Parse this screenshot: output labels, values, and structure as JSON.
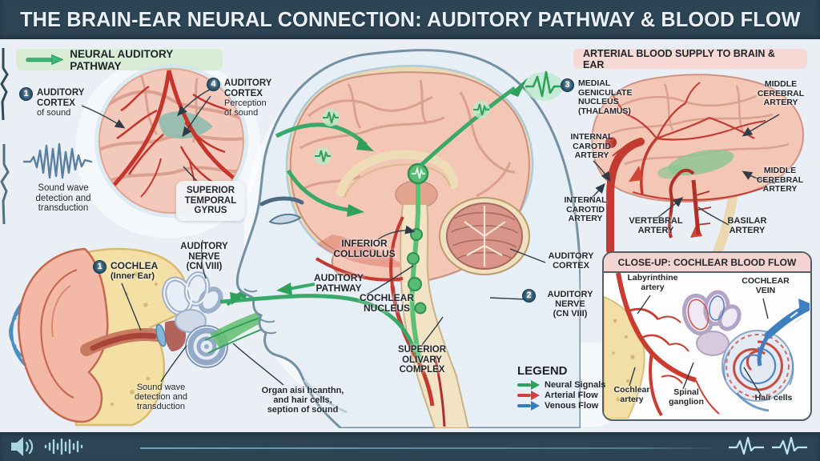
{
  "title": "THE BRAIN-EAR NEURAL CONNECTION: AUDITORY PATHWAY & BLOOD FLOW",
  "banners": {
    "neural_pathway": "NEURAL AUDITORY PATHWAY",
    "arterial_supply": "ARTERIAL BLOOD SUPPLY TO BRAIN & EAR",
    "closeup": "CLOSE-UP: COCHLEAR BLOOD FLOW"
  },
  "labels": {
    "auditory_cortex_1": {
      "badge": "1",
      "title": "AUDITORY\nCORTEX",
      "sub": "of sound"
    },
    "auditory_cortex_4": {
      "badge": "4",
      "title": "AUDITORY\nCORTEX",
      "sub": "Perception\nof sound"
    },
    "sound_wave_left": "Sound wave\ndetection and\ntransduction",
    "superior_temporal_gyrus": "SUPERIOR\nTEMPORAL\nGYRUS",
    "cochlea": {
      "badge": "1",
      "title": "COCHLEA",
      "sub": "(Inner Ear)"
    },
    "auditory_nerve_top": "AUDITORY\nNERVE\n(CN VIII)",
    "inferior_colliculus": "INFERIOR\nCOLLICULUS",
    "auditory_pathway": "AUDITORY\nPATHWAY",
    "cochlear_nucleus": "COCHLEAR\nNUCLEUS",
    "superior_olivary_complex": "SUPERIOR\nOLIVARY\nCOMPLEX",
    "sound_wave_bottom": "Sound wave\ndetection and\ntransduction",
    "organ_of_corti": "Organ aisi hcanthn,\nand hair cells,\nseption of sound",
    "medial_geniculate": {
      "badge": "3",
      "title": "MEDIAL\nGENICULATE\nNUCLEUS\n(THALAMUS)"
    },
    "auditory_cortex_right": "AUDITORY\nCORTEX",
    "auditory_nerve_right": {
      "badge": "2",
      "title": "AUDITORY\nNERVE\n(CN VIII)"
    },
    "internal_carotid_upper": "INTERNAL\nCAROTID\nARTERY",
    "internal_carotid_lower": "INTERNAL\nCAROTID\nARTERY",
    "vertebral_artery": "VERTEBRAL\nARTERY",
    "basilar_artery": "BASILAR\nARTERY",
    "middle_cerebral_upper": "MIDDLE\nCEREBRAL\nARTERY",
    "middle_cerebral_lower": "MIDDLE\nCEREBRAL\nARTERY",
    "labyrinthine_artery": "Labyrinthine\nartery",
    "cochlear_vein": "COCHLEAR\nVEIN",
    "cochlear_artery": "Cochlear\nartery",
    "spinal_ganglion": "Spinal\nganglion",
    "hair_cells": "Hair cells"
  },
  "legend": {
    "title": "LEGEND",
    "items": [
      {
        "label": "Neural Signals",
        "color": "#2fa05a"
      },
      {
        "label": "Arterial Flow",
        "color": "#d23f3f"
      },
      {
        "label": "Venous Flow",
        "color": "#2f7fc0"
      }
    ]
  },
  "icons": {
    "speaker_icon": "speaker with sound waves",
    "audio_waveform_icon": "audio waveform bars",
    "pulse_icon": "ecg pulse trace",
    "sound_wave_icon": "sound burst waveform",
    "neural_spark_icon": "green neural pulse",
    "pathway_arrow_icon": "green right arrow"
  },
  "colors": {
    "titlebar_bg": "#2c4454",
    "page_bg": "#e9eff5",
    "neural_green": "#2fa05a",
    "arterial_red": "#d23f3f",
    "venous_blue": "#2f7fc0",
    "banner_green_bg": "#d8ecd6",
    "banner_pink_bg": "#f6d8d4",
    "badge_bg": "#27526a"
  }
}
